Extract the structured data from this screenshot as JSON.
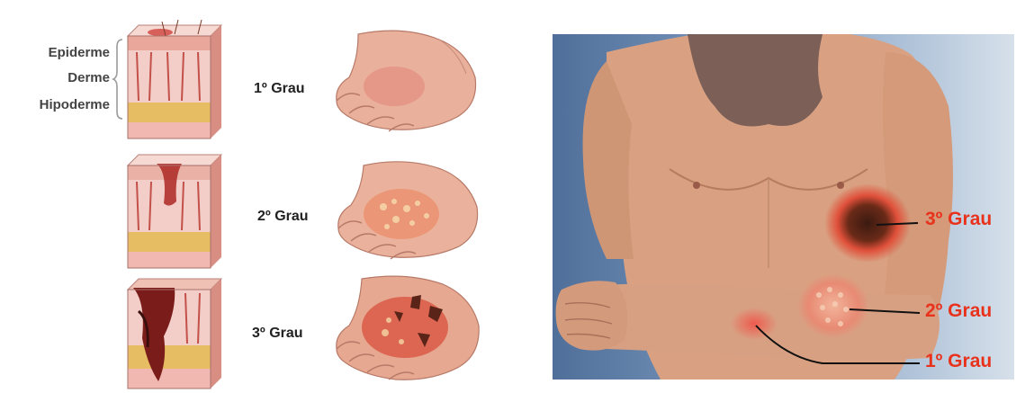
{
  "left_panel": {
    "skin_layers": [
      "Epiderme",
      "Derme",
      "Hipoderme"
    ],
    "grades": [
      "1º Grau",
      "2º Grau",
      "3º Grau"
    ]
  },
  "right_panel": {
    "labels": [
      "3º Grau",
      "2º Grau",
      "1º Grau"
    ],
    "label_color": "#e8321c"
  },
  "colors": {
    "skin": "#d9a182",
    "background_blue": "#6f8fb8",
    "dermis": "#f0c6c0",
    "fat": "#e3b85a"
  }
}
